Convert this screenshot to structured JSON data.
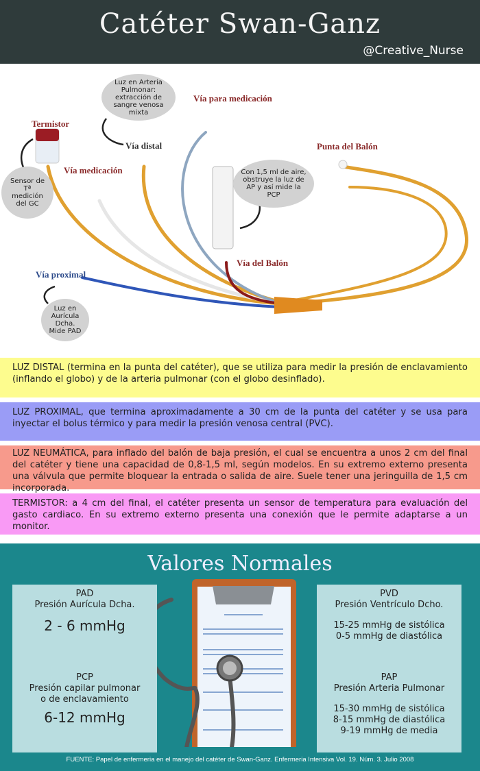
{
  "header": {
    "title": "Catéter Swan-Ganz",
    "handle": "@Creative_Nurse"
  },
  "diagram": {
    "labels": {
      "termistor": "Termistor",
      "via_distal": "Vía distal",
      "via_medicacion": "Vía medicación",
      "via_para_medicacion": "Vía para medicación",
      "punta_balon": "Punta del Balón",
      "via_balon": "Vía del Balón",
      "via_proximal": "Vía proximal"
    },
    "bubbles": {
      "arteria": "Luz en Arteria Pulmonar: extracción de sangre venosa mixta",
      "sensor": "Sensor de Tª medición del GC",
      "balon": "Con 1,5 ml de aire, obstruye la luz de AP y así mide la PCP",
      "auricula": "Luz en Aurícula Dcha. Mide PAD"
    },
    "colors": {
      "orange": "#e0a030",
      "blue_gray": "#8ea6c0",
      "blue": "#2f56b8",
      "red": "#8b1a1a"
    }
  },
  "info": [
    {
      "text": "LUZ DISTAL (termina en la punta del catéter), que se utiliza para medir la presión de enclavamiento (inflando el globo) y de la arteria pulmonar (con el globo desinflado).",
      "color": "#fdfc8e"
    },
    {
      "text": "LUZ PROXIMAL, que termina aproximadamente a 30 cm de la punta del catéter y se usa para inyectar el bolus térmico y para medir la presión venosa central (PVC).",
      "color": "#9a9cf6"
    },
    {
      "text": "LUZ NEUMÁTICA, para inflado del balón de baja presión, el cual se encuentra a unos 2 cm del final del catéter y tiene una capacidad de 0,8-1,5 ml, según modelos. En su extremo externo presenta una válvula que permite bloquear la entrada o salida de aire. Suele tener una jeringuilla de 1,5 cm incorporada.",
      "color": "#f79a8c"
    },
    {
      "text": "TERMISTOR: a 4 cm del final, el catéter presenta un sensor de temperatura para evaluación del gasto cardiaco. En su extremo externo presenta una conexión que le permite adaptarse a un monitor.",
      "color": "#f99af5"
    }
  ],
  "valores": {
    "title": "Valores Normales",
    "pad": {
      "abbr": "PAD",
      "name": "Presión Aurícula Dcha.",
      "value": "2 - 6 mmHg"
    },
    "pcp": {
      "abbr": "PCP",
      "name1": "Presión capilar pulmonar",
      "name2": "o de enclavamiento",
      "value": "6-12 mmHg"
    },
    "pvd": {
      "abbr": "PVD",
      "name": "Presión Ventrículo Dcho.",
      "v1": "15-25 mmHg de sistólica",
      "v2": "0-5 mmHg de diastólica"
    },
    "pap": {
      "abbr": "PAP",
      "name": "Presión Arteria Pulmonar",
      "v1": "15-30 mmHg de sistólica",
      "v2": "8-15 mmHg de diastólica",
      "v3": "9-19 mmHg de media"
    }
  },
  "source": "FUENTE: Papel de enfermeria en el manejo del catéter de Swan-Ganz. Enfermeria Intensiva Vol. 19. Núm. 3. Julio 2008"
}
